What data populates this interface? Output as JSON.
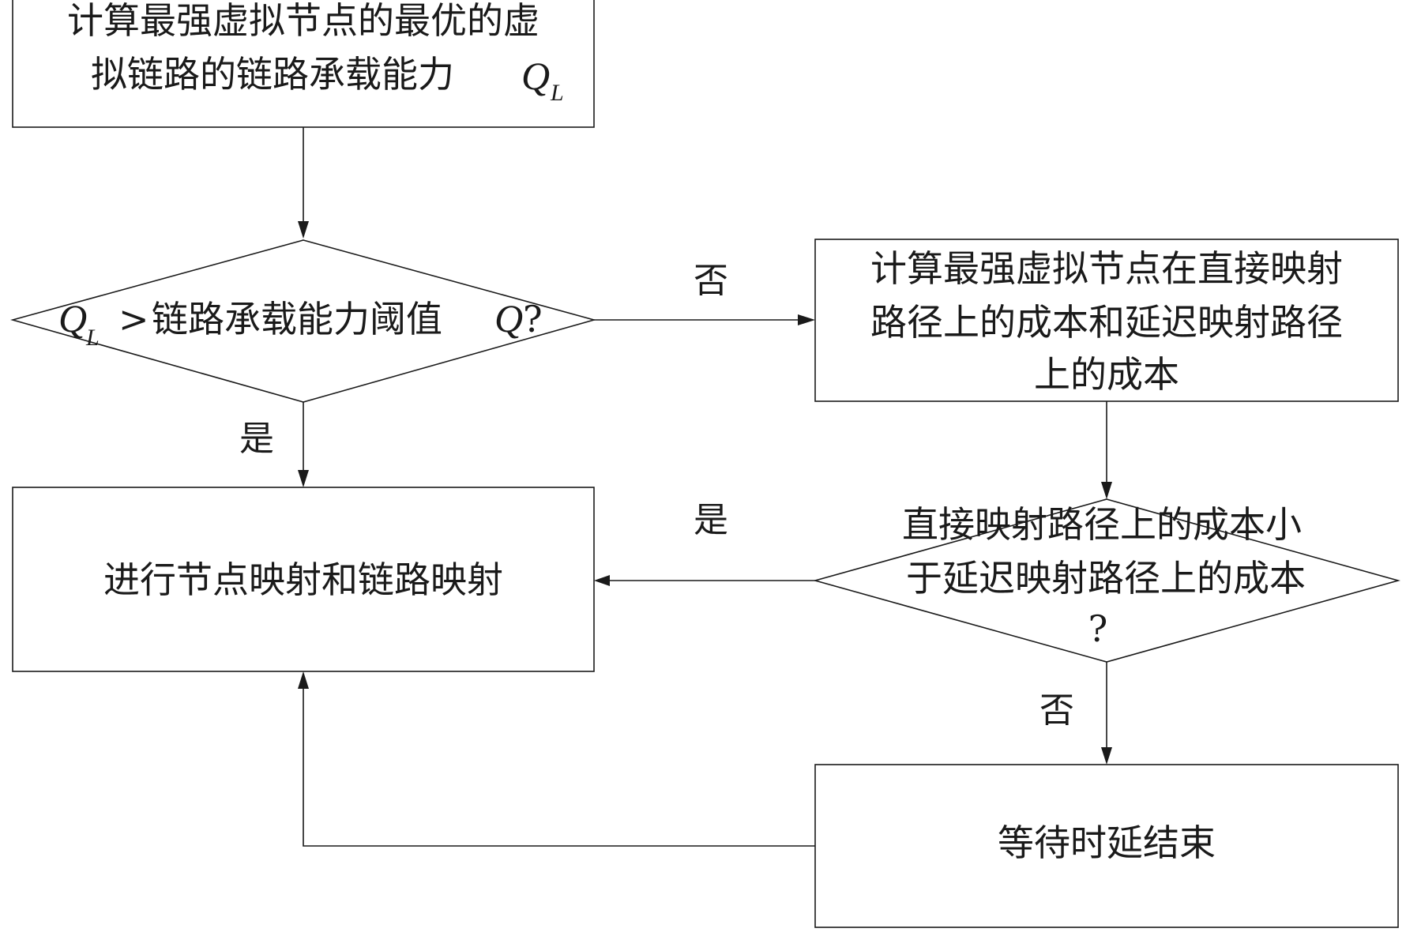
{
  "box_calc_ql": {
    "line1": "计算最强虚拟节点的最优的虚",
    "line2": "拟链路的链路承载能力",
    "var": "Q",
    "sub": "L"
  },
  "decision_threshold": {
    "var_left": "Q",
    "sub_left": "L",
    "op": ">",
    "text": "链路承载能力阈值",
    "var_right": "Q",
    "end": "?"
  },
  "box_calc_cost": {
    "line1": "计算最强虚拟节点在直接映射",
    "line2": "路径上的成本和延迟映射路径",
    "line3": "上的成本"
  },
  "decision_cost": {
    "line1": "直接映射路径上的成本小",
    "line2": "于延迟映射路径上的成本",
    "line3": "?"
  },
  "box_mapping": {
    "text": "进行节点映射和链路映射"
  },
  "box_wait": {
    "text": "等待时延结束"
  },
  "labels": {
    "no_threshold": "否",
    "yes_threshold": "是",
    "yes_cost": "是",
    "no_cost": "否"
  }
}
